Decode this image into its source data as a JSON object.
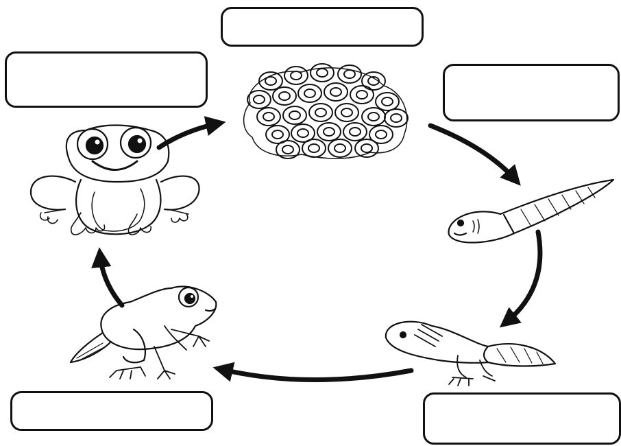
{
  "diagram": {
    "labels": [
      {
        "id": "box-top",
        "text": ""
      },
      {
        "id": "box-right-top",
        "text": ""
      },
      {
        "id": "box-bottom-right",
        "text": ""
      },
      {
        "id": "box-bottom-left",
        "text": ""
      },
      {
        "id": "box-left-top",
        "text": ""
      }
    ],
    "stages": [
      "eggs-icon",
      "tadpole-icon",
      "tadpole-with-legs-icon",
      "froglet-icon",
      "adult-frog-icon"
    ],
    "colors": {
      "ink": "#111111",
      "paper": "#ffffff"
    }
  }
}
